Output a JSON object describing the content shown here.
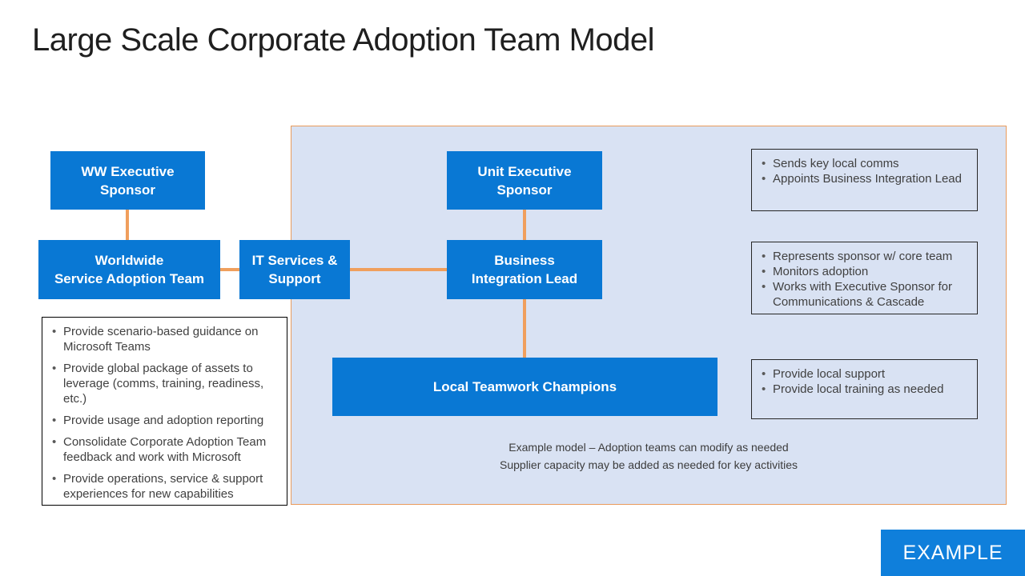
{
  "title": "Large Scale Corporate Adoption Team Model",
  "colors": {
    "box_blue": "#0978d4",
    "badge_blue": "#0f7fdb",
    "connector_orange": "#f09f5d",
    "panel_fill": "#d9e2f3",
    "panel_border": "#e99b5c",
    "note_text": "#404040"
  },
  "boxes": {
    "ww_sponsor": {
      "lines": [
        "WW Executive",
        "Sponsor"
      ]
    },
    "worldwide_team": {
      "lines": [
        "Worldwide",
        "Service Adoption Team"
      ]
    },
    "it_support": {
      "lines": [
        "IT Services &",
        "Support"
      ]
    },
    "unit_sponsor": {
      "lines": [
        "Unit Executive",
        "Sponsor"
      ]
    },
    "business_lead": {
      "lines": [
        "Business",
        "Integration Lead"
      ]
    },
    "champions": {
      "lines": [
        "Local Teamwork Champions"
      ]
    }
  },
  "left_note": {
    "items": [
      "Provide scenario-based guidance on Microsoft Teams",
      "Provide global package of assets to leverage (comms, training, readiness, etc.)",
      "Provide usage and adoption reporting",
      "Consolidate Corporate Adoption Team feedback and work with Microsoft",
      "Provide operations, service & support experiences for new capabilities"
    ]
  },
  "right_notes": {
    "sponsor_note": {
      "items": [
        "Sends key local comms",
        "Appoints Business Integration Lead"
      ]
    },
    "lead_note": {
      "items": [
        "Represents sponsor w/ core team",
        "Monitors adoption",
        "Works with Executive Sponsor for Communications & Cascade"
      ]
    },
    "champions_note": {
      "items": [
        "Provide local support",
        "Provide local training as needed"
      ]
    }
  },
  "panel_footer": {
    "line1": "Example model – Adoption teams can modify as needed",
    "line2": "Supplier capacity may be added as needed for key activities"
  },
  "badge": {
    "label": "EXAMPLE"
  }
}
